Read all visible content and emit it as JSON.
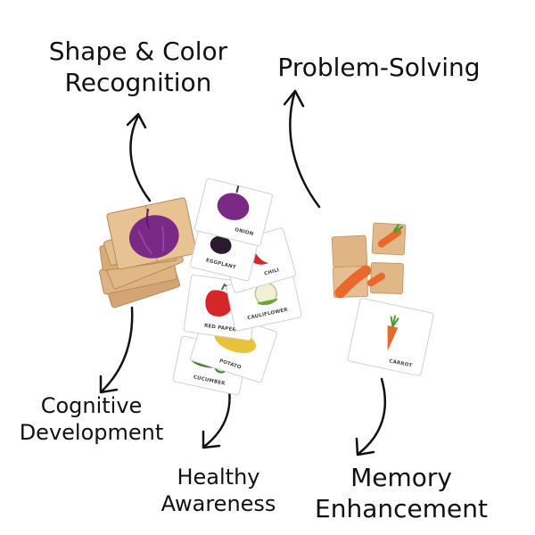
{
  "labels": {
    "shape_color_line1": "Shape & Color",
    "shape_color_line2": "Recognition",
    "problem_solving": "Problem-Solving",
    "cognitive_line1": "Cognitive",
    "cognitive_line2": "Development",
    "healthy_line1": "Healthy",
    "healthy_line2": "Awareness",
    "memory_line1": "Memory",
    "memory_line2": "Enhancement"
  },
  "cards": {
    "onion": "ONION",
    "eggplant": "EGGPLANT",
    "chili": "CHILI",
    "cauliflower": "CAULIFLOWER",
    "red_paper": "RED PAPER",
    "potato": "POTATO",
    "cucumber": "CUCUMBER",
    "carrot": "CARROT"
  },
  "colors": {
    "wood": "#e2b98a",
    "wood_dark": "#c99a66",
    "onion": "#7a2a86",
    "carrot": "#e8692b",
    "leaf": "#4f9a32",
    "card": "#ffffff",
    "arrow": "#111111"
  }
}
